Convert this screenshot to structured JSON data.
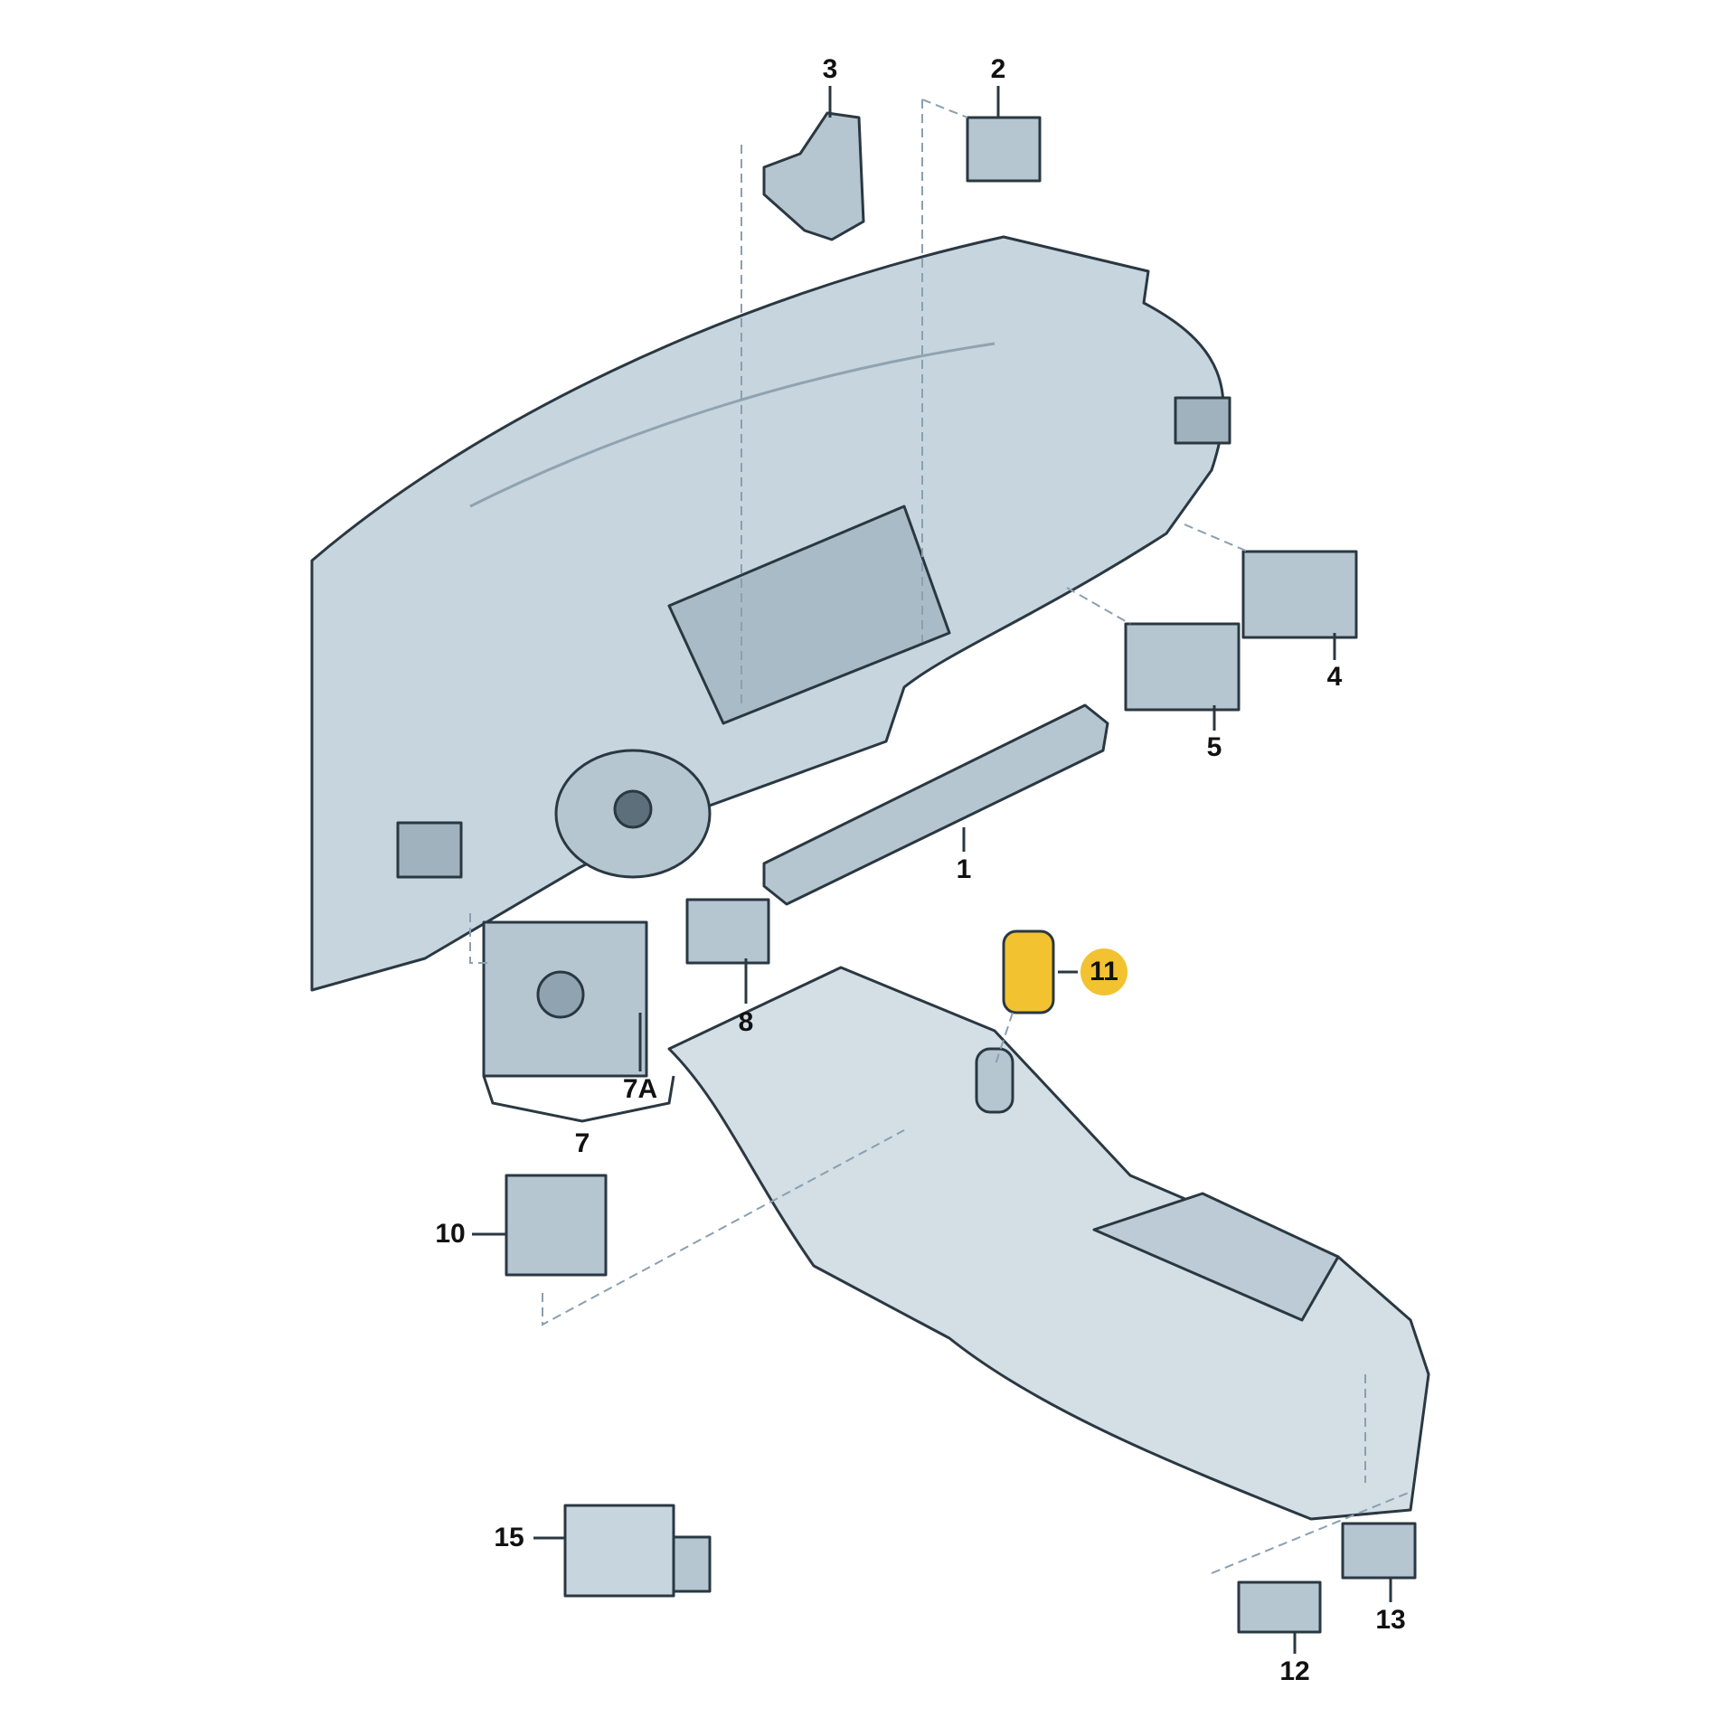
{
  "colors": {
    "part_fill": "#c7d5de",
    "part_dark": "#8fa3b0",
    "outline": "#2a3842",
    "highlight": "#f2c230",
    "leader": "#8aa0b0"
  },
  "highlighted_part": "11",
  "callouts": [
    {
      "id": "3",
      "label": "3"
    },
    {
      "id": "2",
      "label": "2"
    },
    {
      "id": "4",
      "label": "4"
    },
    {
      "id": "5",
      "label": "5"
    },
    {
      "id": "1",
      "label": "1"
    },
    {
      "id": "8",
      "label": "8"
    },
    {
      "id": "11",
      "label": "11"
    },
    {
      "id": "7A",
      "label": "7A"
    },
    {
      "id": "7",
      "label": "7"
    },
    {
      "id": "10",
      "label": "10"
    },
    {
      "id": "15",
      "label": "15"
    },
    {
      "id": "13",
      "label": "13"
    },
    {
      "id": "12",
      "label": "12"
    }
  ]
}
